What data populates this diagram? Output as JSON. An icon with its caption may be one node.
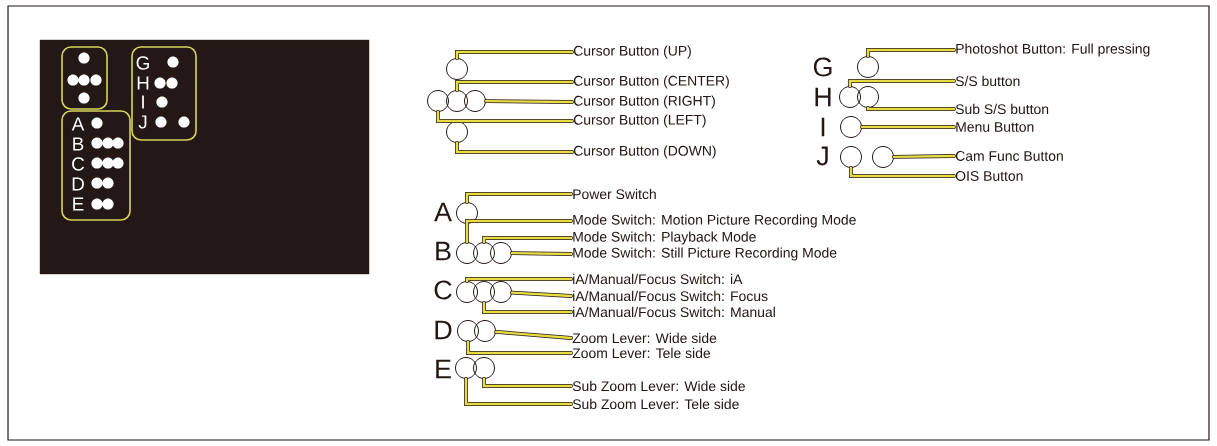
{
  "diagram": {
    "nodes": [
      {
        "text": [],
        "shape": "box"
      },
      {
        "text": [],
        "shape": "box",
        "in": 0
      },
      {
        "text": [
          "G",
          "H",
          "I",
          "J"
        ],
        "in": 0
      },
      {
        "text": [
          "A",
          "B",
          "C",
          "D",
          "E"
        ],
        "in": 0
      },
      {
        "text": [
          "Cursor Button (UP)"
        ]
      },
      {
        "text": [
          "Cursor Button (CENTER)"
        ]
      },
      {
        "text": [
          "Cursor Button (RIGHT)"
        ]
      },
      {
        "text": [
          "Cursor Button (LEFT)"
        ]
      },
      {
        "text": [
          "Cursor Button (DOWN)"
        ]
      },
      {
        "text": [],
        "shape": "circle"
      },
      {
        "text": [],
        "shape": "circle"
      },
      {
        "text": [],
        "shape": "circle"
      },
      {
        "text": [],
        "shape": "circle"
      },
      {
        "text": [],
        "shape": "circle"
      },
      {
        "text": [
          "Photoshot Button: Full pressing"
        ]
      },
      {
        "text": [
          "S/S button"
        ]
      },
      {
        "text": [
          "Sub S/S button"
        ]
      },
      {
        "text": [
          "Menu Button"
        ]
      },
      {
        "text": [
          "Cam Func Button"
        ]
      },
      {
        "text": [
          "OIS Button"
        ]
      },
      {
        "text": [],
        "shape": "circle"
      },
      {
        "text": [],
        "shape": "circle"
      },
      {
        "text": [],
        "shape": "circle"
      },
      {
        "text": [],
        "shape": "circle"
      },
      {
        "text": [],
        "shape": "circle"
      },
      {
        "text": [],
        "shape": "circle"
      },
      {
        "text": [
          "Power Switch"
        ]
      },
      {
        "text": [
          "Mode Switch: Motion Picture Recording Mode"
        ]
      },
      {
        "text": [
          "Mode Switch: Playback Mode"
        ]
      },
      {
        "text": [
          "Mode Switch: Still Picture Recording Mode"
        ]
      },
      {
        "text": [
          "iA/Manual/Focus Switch: iA"
        ]
      },
      {
        "text": [
          "iA/Manual/Focus Switch: Focus"
        ]
      },
      {
        "text": [
          "iA/Manual/Focus Switch: Manual"
        ]
      },
      {
        "text": [
          "Zoom Lever: Wide side"
        ]
      },
      {
        "text": [
          "Zoom Lever: Tele side"
        ]
      },
      {
        "text": [
          "Sub Zoom Lever: Wide side"
        ]
      },
      {
        "text": [
          "Sub Zoom Lever: Tele side"
        ]
      },
      {
        "text": [],
        "shape": "circle"
      },
      {
        "text": [],
        "shape": "circle"
      },
      {
        "text": [],
        "shape": "circle"
      },
      {
        "text": [],
        "shape": "circle"
      },
      {
        "text": [],
        "shape": "circle"
      },
      {
        "text": [],
        "shape": "circle"
      },
      {
        "text": [],
        "shape": "circle"
      },
      {
        "text": [],
        "shape": "circle"
      },
      {
        "text": [],
        "shape": "circle"
      },
      {
        "text": [],
        "shape": "circle"
      },
      {
        "text": [],
        "shape": "circle"
      }
    ],
    "edges": [
      {
        "from": 4,
        "to": 9,
        "arrow": "none"
      },
      {
        "from": 5,
        "to": 11,
        "arrow": "none"
      },
      {
        "from": 6,
        "to": 12,
        "arrow": "none"
      },
      {
        "from": 7,
        "to": 10,
        "arrow": "none"
      },
      {
        "from": 8,
        "to": 13,
        "arrow": "none"
      },
      {
        "from": 14,
        "to": 20,
        "arrow": "none"
      },
      {
        "from": 15,
        "to": 21,
        "arrow": "none"
      },
      {
        "from": 16,
        "to": 22,
        "arrow": "none"
      },
      {
        "from": 17,
        "to": 23,
        "arrow": "none"
      },
      {
        "from": 18,
        "to": 25,
        "arrow": "none"
      },
      {
        "from": 19,
        "to": 24,
        "arrow": "none"
      },
      {
        "from": 26,
        "to": 37,
        "arrow": "none"
      },
      {
        "from": 27,
        "to": 38,
        "arrow": "none"
      },
      {
        "from": 28,
        "to": 39,
        "arrow": "none"
      },
      {
        "from": 29,
        "to": 40,
        "arrow": "none"
      },
      {
        "from": 30,
        "to": 41,
        "arrow": "none"
      },
      {
        "from": 31,
        "to": 43,
        "arrow": "none"
      },
      {
        "from": 32,
        "to": 42,
        "arrow": "none"
      },
      {
        "from": 33,
        "to": 45,
        "arrow": "none"
      },
      {
        "from": 34,
        "to": 44,
        "arrow": "none"
      },
      {
        "from": 35,
        "to": 47,
        "arrow": "none"
      },
      {
        "from": 36,
        "to": 46,
        "arrow": "none"
      }
    ],
    "labels": [
      "G",
      "H",
      "I",
      "J",
      "A",
      "B",
      "C",
      "D",
      "E"
    ]
  }
}
